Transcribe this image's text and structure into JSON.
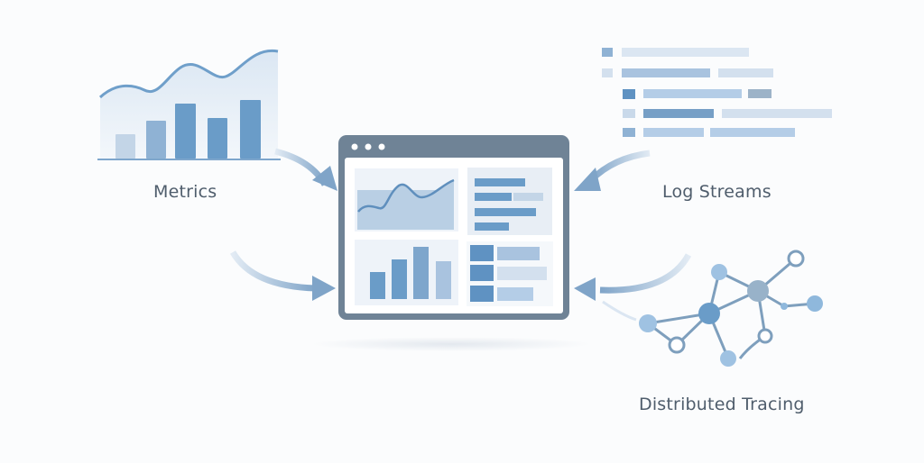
{
  "labels": {
    "metrics": "Metrics",
    "logs": "Log Streams",
    "tracing": "Distributed Tracing"
  },
  "colors": {
    "primary": "#6a9cc8",
    "light": "#b7cfe8",
    "frame": "#6f8396",
    "text": "#4f5d6c"
  }
}
